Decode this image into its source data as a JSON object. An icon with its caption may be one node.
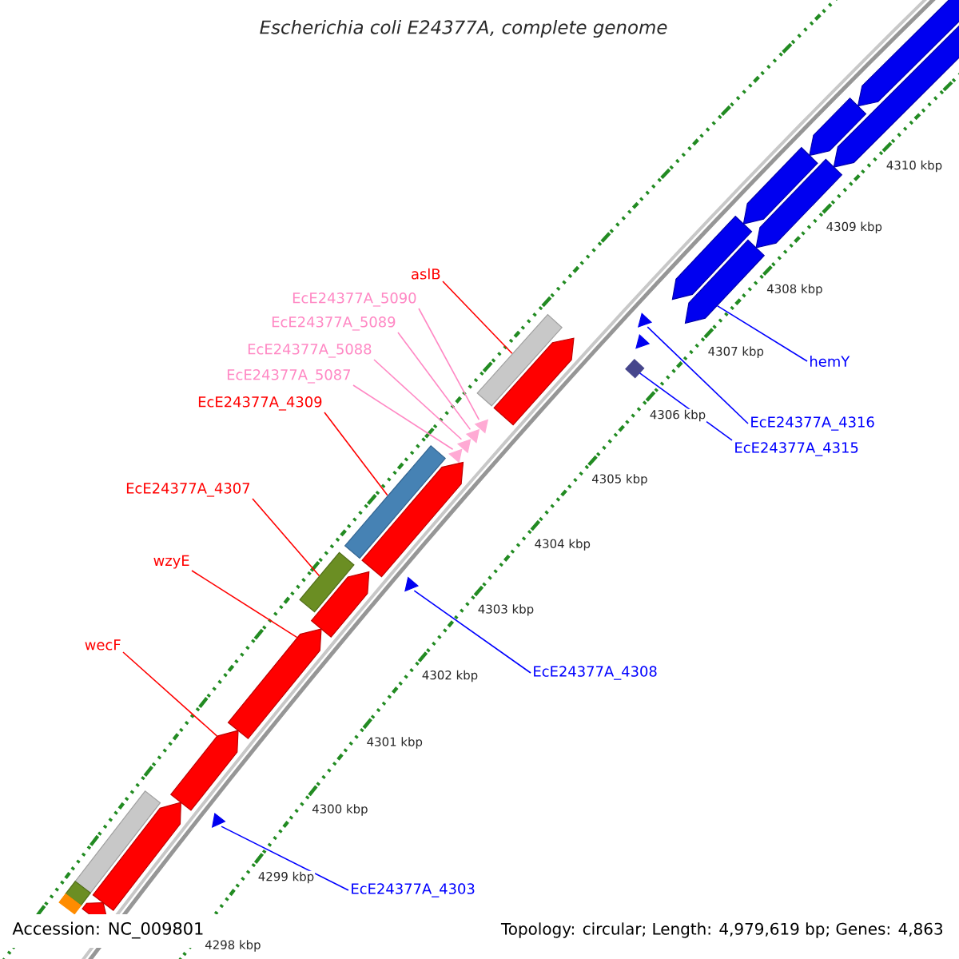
{
  "diagram": {
    "title": "Escherichia coli E24377A, complete genome",
    "nodes": [
      {
        "text": [
          "aslB"
        ]
      },
      {
        "text": [
          "EcE24377A_5090"
        ]
      },
      {
        "text": [
          "EcE24377A_5089"
        ]
      },
      {
        "text": [
          "EcE24377A_5088"
        ]
      },
      {
        "text": [
          "hemY"
        ]
      },
      {
        "text": [
          "EcE24377A_5087"
        ]
      },
      {
        "text": [
          "EcE24377A_4309"
        ]
      },
      {
        "text": [
          "EcE24377A_4316"
        ]
      },
      {
        "text": [
          "EcE24377A_4315"
        ]
      },
      {
        "text": [
          "EcE24377A_4307"
        ]
      },
      {
        "text": [
          "wzyE"
        ]
      },
      {
        "text": [
          "wecF"
        ]
      },
      {
        "text": [
          "EcE24377A_4308"
        ]
      },
      {
        "text": [
          "EcE24377A_4303"
        ]
      },
      {
        "text": [],
        "shape": "pentagon"
      },
      {
        "text": [],
        "shape": "pentagon"
      },
      {
        "text": [],
        "shape": "pentagon"
      },
      {
        "text": [],
        "shape": "pentagon"
      },
      {
        "text": [],
        "shape": "pentagon"
      },
      {
        "text": [],
        "shape": "pentagon"
      },
      {
        "text": [],
        "shape": "pentagon"
      },
      {
        "text": [],
        "shape": "triangle"
      },
      {
        "text": [],
        "shape": "triangle"
      },
      {
        "text": [],
        "shape": "diamond"
      },
      {
        "text": [],
        "shape": "box"
      },
      {
        "text": [],
        "shape": "pentagon"
      },
      {
        "text": [],
        "shape": "triangle"
      },
      {
        "text": [],
        "shape": "triangle"
      },
      {
        "text": [],
        "shape": "triangle"
      },
      {
        "text": [],
        "shape": "triangle"
      },
      {
        "text": [],
        "shape": "box"
      },
      {
        "text": [],
        "shape": "pentagon"
      },
      {
        "text": [],
        "shape": "box"
      },
      {
        "text": [],
        "shape": "pentagon"
      },
      {
        "text": [],
        "shape": "triangle"
      },
      {
        "text": [],
        "shape": "pentagon"
      },
      {
        "text": [],
        "shape": "pentagon"
      },
      {
        "text": [],
        "shape": "triangle"
      },
      {
        "text": [],
        "shape": "box"
      },
      {
        "text": [],
        "shape": "pentagon"
      },
      {
        "text": [],
        "shape": "box"
      },
      {
        "text": [],
        "shape": "pentagon"
      },
      {
        "text": [],
        "shape": "box"
      }
    ],
    "edges": [
      {
        "from": 0,
        "to": 24,
        "arrow": "none",
        "color": "#ff0000"
      },
      {
        "from": 1,
        "to": 26,
        "arrow": "none",
        "color": "#ff88c4"
      },
      {
        "from": 2,
        "to": 27,
        "arrow": "none",
        "color": "#ff88c4"
      },
      {
        "from": 3,
        "to": 28,
        "arrow": "none",
        "color": "#ff88c4"
      },
      {
        "from": 4,
        "to": 20,
        "arrow": "none",
        "color": "#0000ff"
      },
      {
        "from": 5,
        "to": 29,
        "arrow": "none",
        "color": "#ff88c4"
      },
      {
        "from": 6,
        "to": 30,
        "arrow": "none",
        "color": "#ff0000"
      },
      {
        "from": 7,
        "to": 21,
        "arrow": "none",
        "color": "#0000ff"
      },
      {
        "from": 8,
        "to": 23,
        "arrow": "none",
        "color": "#0000ff"
      },
      {
        "from": 9,
        "to": 32,
        "arrow": "none",
        "color": "#ff0000"
      },
      {
        "from": 10,
        "to": 35,
        "arrow": "none",
        "color": "#ff0000"
      },
      {
        "from": 11,
        "to": 36,
        "arrow": "none",
        "color": "#ff0000"
      },
      {
        "from": 12,
        "to": 34,
        "arrow": "none",
        "color": "#0000ff"
      },
      {
        "from": 13,
        "to": 37,
        "arrow": "none",
        "color": "#0000ff"
      }
    ],
    "labels": [
      "4310 kbp",
      "4309 kbp",
      "4308 kbp",
      "4307 kbp",
      "4306 kbp",
      "4305 kbp",
      "4304 kbp",
      "4303 kbp",
      "4302 kbp",
      "4301 kbp",
      "4300 kbp",
      "4299 kbp",
      "4298 kbp",
      "Accession: NC_009801",
      "Topology: circular; Length: 4,979,619 bp; Genes: 4,863"
    ]
  }
}
